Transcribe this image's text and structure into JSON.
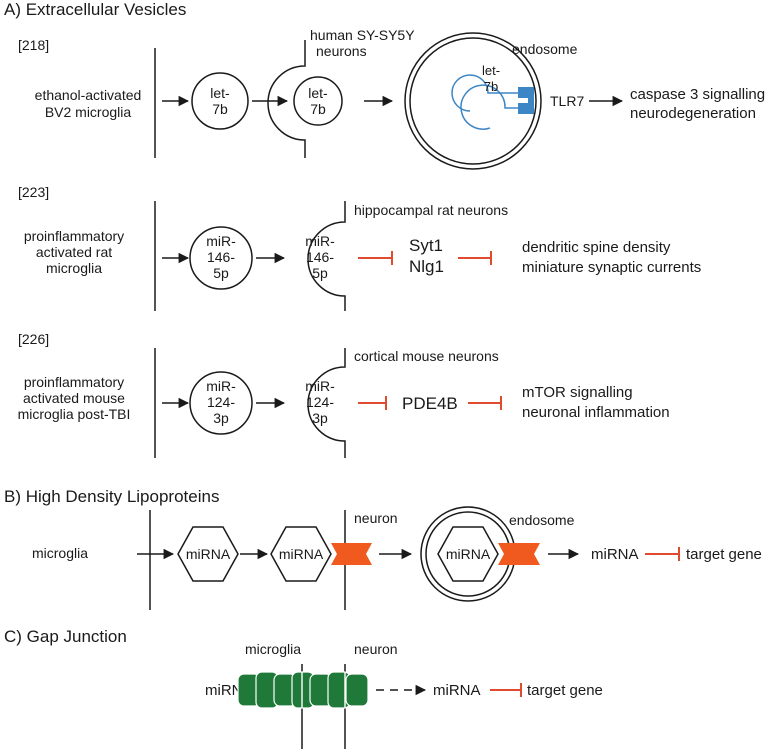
{
  "colors": {
    "line": "#1a1a1a",
    "inhibit": "#e04a2f",
    "receptor": "#3d86c6",
    "hdl_receptor": "#f05a1e",
    "gap_junction": "#1f7a3a",
    "gap_junction_edge": "#ffffff",
    "background": "#ffffff"
  },
  "section_a": {
    "title": "A) Extracellular Vesicles",
    "rows": [
      {
        "ref": "[218]",
        "donor": [
          "ethanol-activated",
          "BV2 microglia"
        ],
        "cargo": [
          "let-",
          "7b"
        ],
        "recipient": [
          "human SY-SY5Y",
          "neurons"
        ],
        "endosome_label": "endosome",
        "endosome_cargo": [
          "let-",
          "7b"
        ],
        "receptor": "TLR7",
        "outcome": [
          "caspase 3 signalling",
          "neurodegeneration"
        ]
      },
      {
        "ref": "[223]",
        "donor": [
          "proinflammatory",
          "activated rat",
          "microglia"
        ],
        "cargo": [
          "miR-",
          "146-",
          "5p"
        ],
        "recipient": [
          "hippocampal rat neurons"
        ],
        "targets": [
          "Syt1",
          "Nlg1"
        ],
        "outcome": [
          "dendritic spine density",
          "miniature synaptic currents"
        ]
      },
      {
        "ref": "[226]",
        "donor": [
          "proinflammatory",
          "activated mouse",
          "microglia post-TBI"
        ],
        "cargo": [
          "miR-",
          "124-",
          "3p"
        ],
        "recipient": [
          "cortical mouse neurons"
        ],
        "targets": [
          "PDE4B"
        ],
        "outcome": [
          "mTOR signalling",
          "neuronal inflammation"
        ]
      }
    ]
  },
  "section_b": {
    "title": "B) High Density Lipoproteins",
    "donor": "microglia",
    "particle": "miRNA",
    "recipient": "neuron",
    "endosome_label": "endosome",
    "free_mirna": "miRNA",
    "target": "target gene"
  },
  "section_c": {
    "title": "C) Gap Junction",
    "left_cell": "microglia",
    "right_cell": "neuron",
    "source": "miRNA",
    "result": "miRNA",
    "target": "target gene"
  }
}
